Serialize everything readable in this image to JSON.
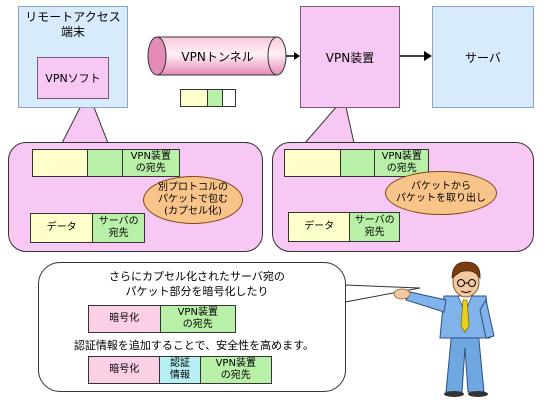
{
  "top": {
    "remote_terminal": "リモートアクセス\n端末",
    "vpn_software": "VPNソフト",
    "vpn_tunnel": "VPNトンネル",
    "vpn_device": "VPN装置",
    "server": "サーバ"
  },
  "left_panel": {
    "dest_label": "VPN装置\nの宛先",
    "data_label": "データ",
    "server_dest_label": "サーバの\n宛先",
    "oval_text": "別プロトコルの\nパケットで包む\n(カプセル化)"
  },
  "right_panel": {
    "dest_label": "VPN装置\nの宛先",
    "data_label": "データ",
    "server_dest_label": "サーバの\n宛先",
    "oval_text": "パケットから\nパケットを取り出し"
  },
  "callout": {
    "line1": "さらにカプセル化されたサーバ宛の",
    "line2": "パケット部分を暗号化したり",
    "enc_label": "暗号化",
    "vpn_dest_label": "VPN装置\nの宛先",
    "line3": "認証情報を追加することで、安全性を高めます。",
    "enc_label2": "暗号化",
    "auth_label": "認証\n情報",
    "vpn_dest_label2": "VPN装置\nの宛先"
  },
  "colors": {
    "blue_box": "#d7ebfa",
    "pink": "#f6c8f3",
    "yellow": "#ffffcc",
    "green": "#b9f0a8"
  }
}
